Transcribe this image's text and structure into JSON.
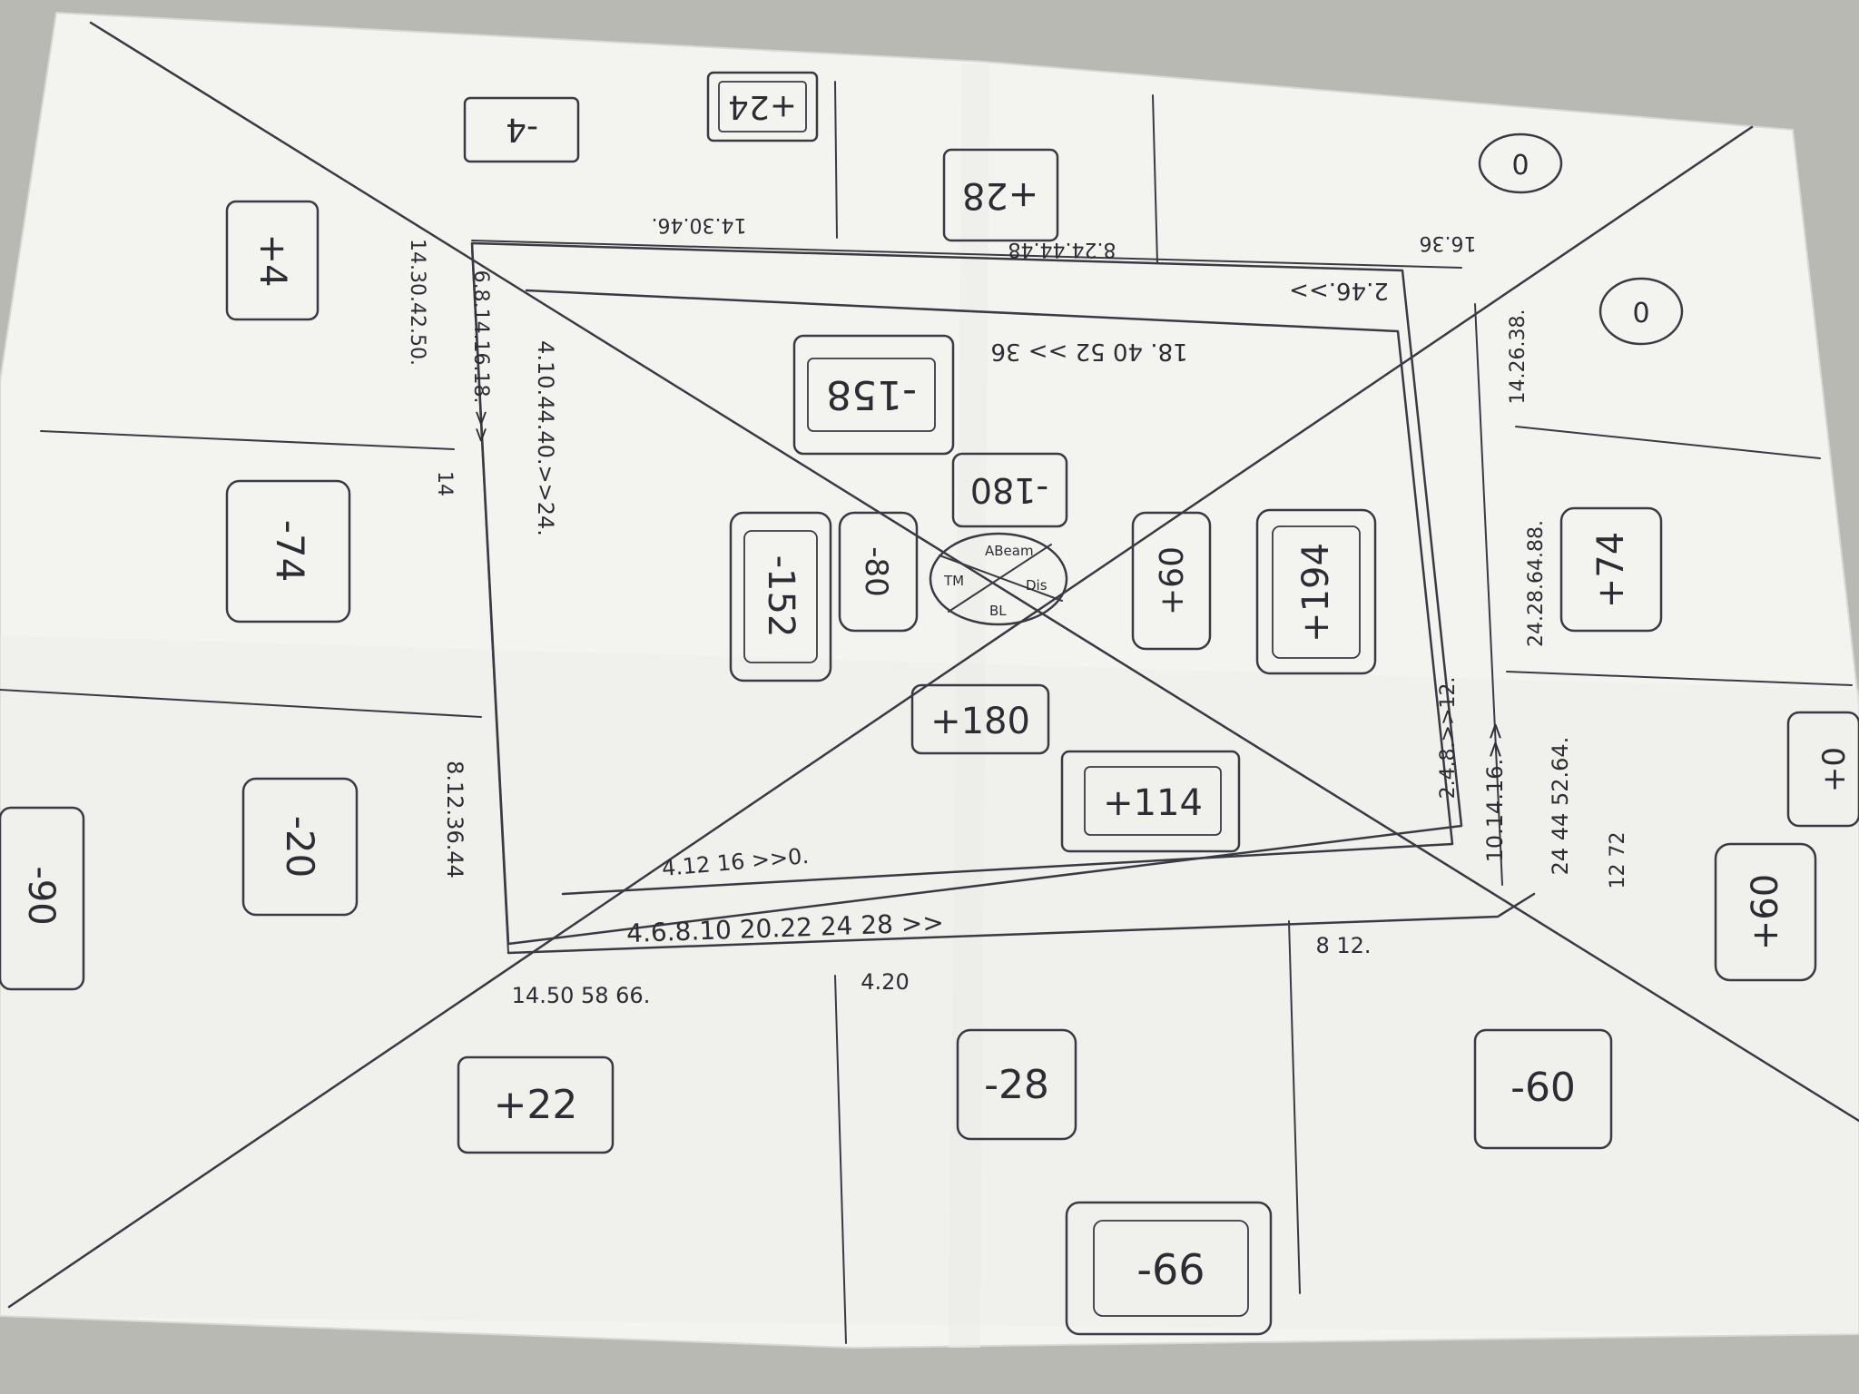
{
  "colors": {
    "desk": "#b9b9b4",
    "paper": "#f3f3f0",
    "paper_shadow": "#e4e4e0",
    "ink": "#3a3a42",
    "text": "#2c2c33"
  },
  "center": {
    "segments": [
      "TM",
      "ABeam",
      "BL",
      "Dis"
    ]
  },
  "boxes": {
    "top_minus4": "-4",
    "top_plus24": "+24",
    "top_plus28": "+28",
    "top_right_zero_a": "0",
    "top_right_zero_b": "0",
    "left_plus4": "+4",
    "left_minus74": "-74",
    "left_minus20": "-20",
    "far_left_minus": "-90",
    "right_plus74": "+74",
    "right_plus60": "+60",
    "far_right_edge": "+0",
    "inner_minus158": "-158",
    "inner_minus180": "-180",
    "inner_minus80": "-80",
    "inner_minus152": "-152",
    "inner_plus60": "+60",
    "inner_plus194": "+194",
    "inner_plus180": "+180",
    "inner_plus114": "+114",
    "bottom_plus22": "+22",
    "bottom_minus28": "-28",
    "bottom_minus60": "-60",
    "bottom_minus66": "-66"
  },
  "notes": {
    "top_left_row": "14.30.46.",
    "top_mid_row": "8.24.44.48",
    "top_right_row": "16.36",
    "inner_top_a": "2.46.>>",
    "inner_top_b": "18. 40 52 >> 36",
    "left_outer_col": "14.30.42.50.",
    "left_inner_col": "6.8.14.16.18. >>",
    "left_inner_col2": "4.10.44.40.>>24.",
    "left_14": "14",
    "left_lower_col": "8.12.36.44",
    "right_top_col": "14.26.38.",
    "right_mid_col": "24.28.64.88.",
    "right_mid_col2": "10.14.16.>>",
    "right_inner_col": "2.4.8.>>12.",
    "right_lower_col": "24 44 52.64.",
    "right_lower_col2": "12 72",
    "inner_bottom_a": "4.12 16 >>0.",
    "inner_bottom_b": "4.6.8.10 20.22 24 28 >>",
    "bottom_left_row": "14.50 58 66.",
    "bottom_mid_row": "4.20",
    "bottom_right_row": "8 12."
  }
}
